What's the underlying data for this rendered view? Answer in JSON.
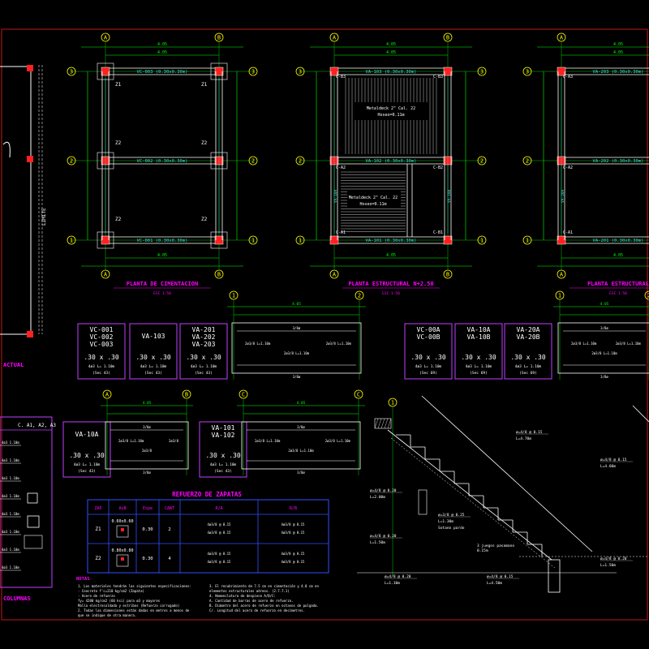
{
  "colors": {
    "background": "#000000",
    "frame": "#c01818",
    "column": "#ff2020",
    "wall": "#ffffff",
    "beam": "#40e0d0",
    "dimension": "#00ff00",
    "axis": "#ffff00",
    "title": "#ff00ff",
    "schedule_border": "#c040ff",
    "table_border": "#3050ff",
    "table_header": "#ff00ff",
    "rebar": "#ffffff",
    "text_white": "#ffffff"
  },
  "plans": [
    {
      "key": "cimentacion",
      "title": "PLANTA DE CIMENTACION",
      "scale": "ESC 1:50",
      "beams": [
        "VC-003 (0.30x0.30m)",
        "VC-002 (0.30x0.30m)",
        "VC-001 (0.30x0.30m)"
      ],
      "footings": [
        "Z1",
        "Z1",
        "Z2",
        "Z2",
        "Z2",
        "Z2"
      ],
      "top_dim": "4.05",
      "bottom_dim": "4.05"
    },
    {
      "key": "n250",
      "title": "PLANTA ESTRUCTURAL N+2.50",
      "scale": "ESC 1:50",
      "beams": [
        "VA-103 (0.30x0.30m)",
        "VA-102 (0.30x0.30m)",
        "VA-101 (0.30x0.30m)"
      ],
      "columns": [
        "C-B3",
        "C-B3",
        "C-A2",
        "C-B2",
        "C-A1",
        "C-B1"
      ],
      "slab_notes": [
        "Metaldeck 2\" Cal. 22",
        "Hoseo=0.11m",
        "Metaldeck 2\" Cal. 22",
        "Hoseo=0.11m"
      ],
      "vertical_beams": [
        "VA-10A",
        "VA-10B"
      ],
      "top_dim": "4.05",
      "bottom_dim": "4.05"
    },
    {
      "key": "n500",
      "title": "PLANTA ESTRUCTURAL",
      "scale": "ESC 1:50",
      "beams": [
        "VA-203 (0.30x0.30m)",
        "VA-202 (0.30x0.30m)",
        "VA-201 (0.30x0.30m)"
      ],
      "columns": [
        "C-A3",
        "C-A2",
        "C-A1"
      ],
      "vertical_beams": [
        "VA-20A"
      ],
      "top_dim": "4.05",
      "bottom_dim": "4.05"
    }
  ],
  "left_partial": {
    "title": "ACTUAL",
    "side_label": "LIMITE"
  },
  "axes": {
    "rows": [
      "3",
      "2",
      "1"
    ],
    "cols": [
      "A",
      "B"
    ]
  },
  "schedules": [
    {
      "names": [
        "VC-001",
        "VC-002",
        "VC-003"
      ],
      "section": ".30 x .30",
      "detail": "4ø3 L= 1.10m",
      "ref": "(Sec 43)"
    },
    {
      "names": [
        "VA-103"
      ],
      "section": ".30 x .30",
      "detail": "4ø3 L= 1.10m",
      "ref": "(Sec 43)"
    },
    {
      "names": [
        "VA-201",
        "VA-202",
        "VA-203"
      ],
      "section": ".30 x .30",
      "detail": "4ø3 L= 1.10m",
      "ref": "(Sec 43)"
    },
    {
      "names": [
        "VC-00A",
        "VC-00B"
      ],
      "section": ".30 x .30",
      "detail": "4ø3 L= 1.10m",
      "ref": "(Sec 69)"
    },
    {
      "names": [
        "VA-10A",
        "VA-10B"
      ],
      "section": ".30 x .30",
      "detail": "4ø3 L= 1.10m",
      "ref": "(Sec 69)"
    },
    {
      "names": [
        "VA-20A",
        "VA-20B"
      ],
      "section": ".30 x .30",
      "detail": "4ø3 L= 1.10m",
      "ref": "(Sec 69)"
    },
    {
      "names": [
        "VA-10A"
      ],
      "section": ".30 x .30",
      "detail": "4ø3 L= 1.10m",
      "ref": "(Sec 43)"
    },
    {
      "names": [
        "VA-101",
        "VA-102"
      ],
      "section": ".30 x .30",
      "detail": "4ø3 L= 1.10m",
      "ref": "(Sec 43)"
    }
  ],
  "beam_details": [
    {
      "label_top": "3/8ø",
      "rebar_left": "2ø3/8 L=1.10m",
      "rebar_right": "2ø3/8 L=1.10m",
      "mid": "2ø3/8 L=1.10m",
      "bottom": "3/8ø",
      "dim": "4.05"
    },
    {
      "label_top": "3/8ø",
      "rebar_left": "2ø3/8 L=1.10m",
      "rebar_right": "2ø3/8 L=1.10m",
      "mid": "2ø3/8 L=1.10m",
      "bottom": "3/8ø",
      "dim": "4.05"
    },
    {
      "label_top": "3/8ø",
      "rebar_left": "2ø3/8 L=1.10m",
      "rebar_right": "2ø3/8",
      "mid": "2ø3/8",
      "bottom": "3/8ø",
      "dim": "4.05"
    },
    {
      "label_top": "3/8ø",
      "rebar_left": "2ø3/8 L=1.10m",
      "rebar_right": "2ø3/8 L=1.10m",
      "mid": "2ø3/8 L=1.10m",
      "bottom": "3/8ø",
      "dim": "4.05"
    }
  ],
  "footing_table": {
    "title": "REFUERZO DE ZAPATAS",
    "headers": [
      "ZAP",
      "AxB",
      "Espe",
      "CANT",
      "R/A",
      "R/B"
    ],
    "rows": [
      {
        "zap": "Z1",
        "axb": "0.60x0.60",
        "espe": "0.30",
        "cant": "2",
        "ra": [
          "4ø3/8 @ 0.15",
          "4ø3/8 @ 0.15"
        ],
        "rb": [
          "4ø3/8 @ 0.15",
          "4ø3/8 @ 0.15"
        ]
      },
      {
        "zap": "Z2",
        "axb": "0.80x0.80",
        "espe": "0.30",
        "cant": "4",
        "ra": [
          "4ø3/8 @ 0.15",
          "4ø3/8 @ 0.15"
        ],
        "rb": [
          "4ø3/8 @ 0.15",
          "4ø3/8 @ 0.15"
        ]
      }
    ]
  },
  "notes": {
    "title": "NOTAS",
    "lines": [
      "1. Los materiales tendrán las siguientes especificaciones:",
      "   - Concreto f'c=210 kg/cm2 (Zapata)",
      "   - Acero de refuerzo",
      "     fy= 4200 kg/cm2 (60 ksi) para ø3 y mayores",
      "     Malla electrosoldada y estribos (Refuerzo corrugado)",
      "2. Todas las dimensiones están dadas en metros a menos de",
      "   que se indique de otra manera."
    ],
    "lines_right": [
      "3. El recubrimiento de 7.5 cm en cimentación y 4.0 cm en",
      "   elementos estructurales aéreos. (2.7.7.1)",
      "4. Nomenclatura de despiece A/B/C:",
      "   A. Cantidad de barras de acero de refuerzo.",
      "   B. Diámetro del acero de refuerzo en octavos de pulgada.",
      "   C/. Longitud del acero de refuerzo en decímetros."
    ]
  },
  "column_panel": {
    "title": "C. A1, A2, A3",
    "footer": "COLUMNAS",
    "items": [
      "4ø3 1.10m",
      "4ø3 1.10m",
      "4ø3 1.10m",
      "4ø3 1.10m",
      "4ø3 1.10m",
      "4ø3 1.10m",
      "4ø3 1.10m",
      "4ø3 1.10m"
    ]
  },
  "stair": {
    "labels": [
      {
        "rebar": "ø=4/8 @ 0.15",
        "len": "L=4.70m"
      },
      {
        "rebar": "ø=4/8 @ 0.20",
        "len": "L=2.00m"
      },
      {
        "rebar": "ø=3/8 @ 0.25",
        "len": "L=1.30m"
      },
      {
        "rebar": "ø=4/8 @ 0.20",
        "len": "L=1.50m"
      },
      {
        "rebar": "ø=4/8 @ 0.20",
        "len": "L=1.10m"
      },
      {
        "rebar": "ø=4/8 @ 0.15",
        "len": "L=4.50m"
      },
      {
        "rebar": "ø=4/8 @ 0.20",
        "len": "L=1.50m"
      },
      {
        "rebar": "ø=4/8 @ 0.15",
        "len": "L=4.60m"
      }
    ],
    "note": "Sotano pardo",
    "stair_note": "3 juegos pasamano"
  }
}
